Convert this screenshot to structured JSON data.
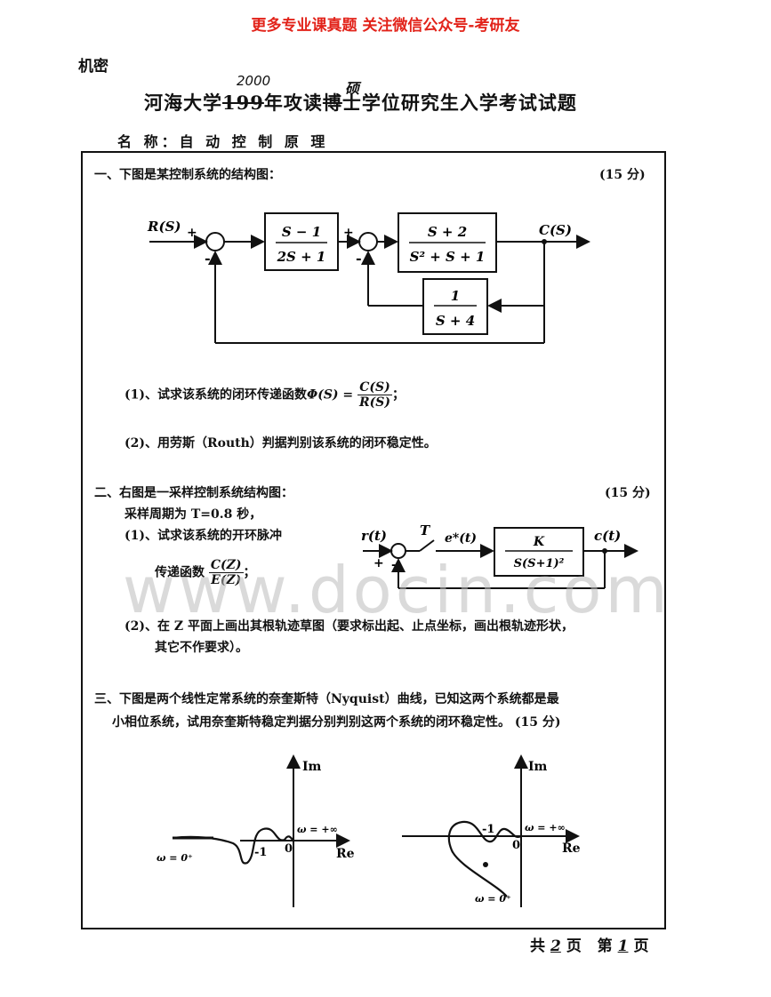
{
  "banner": "更多专业课真题 关注微信公众号-考研友",
  "secret_label": "机密",
  "title": {
    "prefix": "河海大学",
    "struck_year": "199",
    "hand_year": "2000",
    "mid": "年攻读",
    "hand_degree": "硕",
    "struck_degree": "博",
    "suffix": "士学位研究生入学考试试题"
  },
  "subject": "名 称：自 动 控 制 原 理",
  "q1": {
    "heading": "一、下图是某控制系统的结构图：",
    "points": "(15 分)",
    "diagram": {
      "input": "R(S)",
      "output": "C(S)",
      "plus": "+",
      "minus": "-",
      "block1_num": "S − 1",
      "block1_den": "2S + 1",
      "block2_num": "S + 2",
      "block2_den": "S² + S + 1",
      "block3_num": "1",
      "block3_den": "S + 4"
    },
    "part1_prefix": "(1)、试求该系统的闭环传递函数",
    "part1_phi": "Φ(S) =",
    "part1_num": "C(S)",
    "part1_den": "R(S)",
    "part1_end": "；",
    "part2": "(2)、用劳斯（Routh）判据判别该系统的闭环稳定性。"
  },
  "q2": {
    "heading": "二、右图是一采样控制系统结构图：",
    "points": "(15 分)",
    "line2": "采样周期为 T=0.8 秒，",
    "part1": "(1)、试求该系统的开环脉冲",
    "part1b_prefix": "传递函数",
    "part1b_num": "C(Z)",
    "part1b_den": "E(Z)",
    "part1b_end": "；",
    "part2_line1": "(2)、在 Z 平面上画出其根轨迹草图（要求标出起、止点坐标，画出根轨迹形状，",
    "part2_line2": "其它不作要求）。",
    "diagram": {
      "input": "r(t)",
      "sampler": "T",
      "error": "e*(t)",
      "output": "c(t)",
      "block_num": "K",
      "block_den": "S(S+1)²",
      "plus": "+",
      "minus": "-"
    }
  },
  "q3": {
    "line1": "三、下图是两个线性定常系统的奈奎斯特（Nyquist）曲线，已知这两个系统都是最",
    "line2": "小相位系统，试用奈奎斯特稳定判据分别判别这两个系统的闭环稳定性。",
    "points": "(15 分)",
    "plot_labels": {
      "im": "Im",
      "re": "Re",
      "minus_one": "-1",
      "origin": "0",
      "w_inf": "ω = +∞",
      "w_zero": "ω = 0⁺"
    }
  },
  "watermark": "www.docin.com",
  "footer": {
    "total_prefix": "共",
    "total_pages": "2",
    "page_word": "页",
    "current_prefix": "第",
    "current_page": "1",
    "page_word2": "页"
  }
}
